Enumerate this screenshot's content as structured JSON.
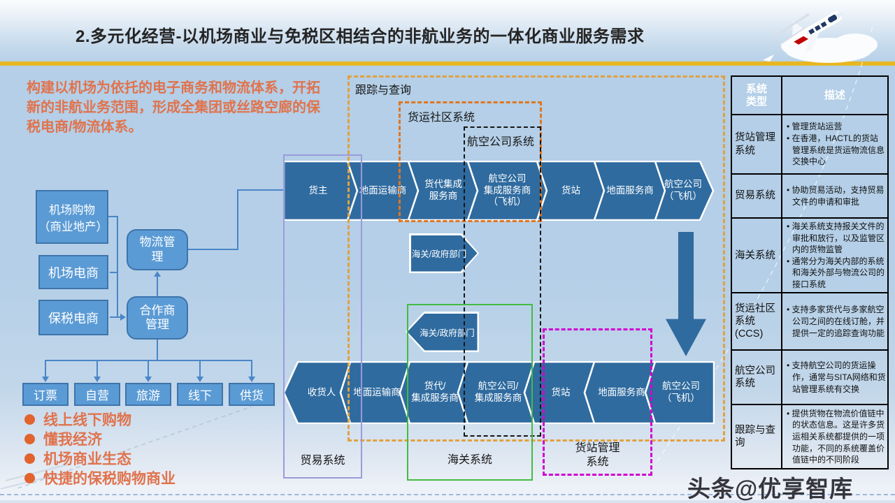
{
  "header": {
    "title": "2.多元化经营-以机场商业与免税区相结合的非航业务的一体化商业服务需求"
  },
  "intro": "构建以机场为依托的电子商务和物流体系，开拓新的非航业务范围，形成全集团或丝路空廊的保税电商/物流体系。",
  "flow": {
    "airport_shopping": "机场购物（商业地产）",
    "airport_ecommerce": "机场电商",
    "bonded_ecommerce": "保税电商",
    "logistics_mgmt": "物流管\n理",
    "partner_mgmt": "合作商\n管理",
    "bottom": [
      "订票",
      "自营",
      "旅游",
      "线下",
      "供货"
    ]
  },
  "bullets": [
    "线上线下购物",
    "懂我经济",
    "机场商业生态",
    "快捷的保税购物商业"
  ],
  "zones": {
    "tracking": "跟踪与查询",
    "ccs": "货运社区系统",
    "airline": "航空公司系统",
    "trade": "贸易系统",
    "customs": "海关系统",
    "terminal": "货站管理\n系统"
  },
  "chain_top": {
    "segments": [
      {
        "label": "货主"
      },
      {
        "label": "地面运输商"
      },
      {
        "label": "货代集成\n服务商"
      },
      {
        "label": "航空公司\n集成服务商\n（飞机）"
      },
      {
        "label": "货站"
      },
      {
        "label": "地面服务商"
      },
      {
        "label": "航空公司\n（飞机）"
      }
    ]
  },
  "chain_bottom": {
    "segments": [
      {
        "label": "收货人"
      },
      {
        "label": "地面运输商"
      },
      {
        "label": "货代/\n集成服务商"
      },
      {
        "label": "航空公司/\n集成服务商"
      },
      {
        "label": "货站"
      },
      {
        "label": "地面服务商"
      },
      {
        "label": "航空公司\n（飞机）"
      }
    ]
  },
  "customs_gov_top": "海关/政府部门",
  "customs_gov_bottom": "海关/政府部门",
  "table": {
    "headers": [
      "系统\n类型",
      "描述"
    ],
    "rows": [
      {
        "type": "货站管理系统",
        "desc": [
          "管理货站运营",
          "在香港，HACTL的货站管理系统是货运物流信息交换中心"
        ]
      },
      {
        "type": "贸易系统",
        "desc": [
          "协助贸易活动，支持贸易文件的申请和审批"
        ]
      },
      {
        "type": "海关系统",
        "desc": [
          "海关系统支持报关文件的审批和放行，以及监管区内的货物监管",
          "通常分为海关内部的系统和海关外部与物流公司的接口系统"
        ]
      },
      {
        "type": "货运社区系统(CCS)",
        "desc": [
          "支持多家货代与多家航空公司之间的在线订舱，并提供一定的追踪查询功能"
        ]
      },
      {
        "type": "航空公司系统",
        "desc": [
          "支持航空公司的货运操作，通常与SITA网络和货站管理系统有交换"
        ]
      },
      {
        "type": "跟踪与查询",
        "desc": [
          "提供货物在物流价值链中的状态信息。这是许多货运相关系统都提供的一项功能，不同的系统覆盖价值链中的不同阶段"
        ]
      }
    ]
  },
  "watermark": "头条@优享智库",
  "colors": {
    "chain_blue": "#2f6b9f",
    "box_blue": "#5b9bd5",
    "gold_line": "#e7b722",
    "accent_orange_text": "#e0734d",
    "zone_orange": "#e2a13f",
    "zone_orange_inner": "#e2761f",
    "zone_green": "#43bb43",
    "zone_magenta": "#cf00cf",
    "zone_purple": "#9b9bdc"
  }
}
